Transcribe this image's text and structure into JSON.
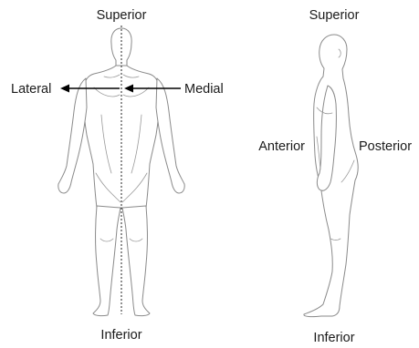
{
  "front_view": {
    "superior_label": "Superior",
    "inferior_label": "Inferior",
    "lateral_label": "Lateral",
    "medial_label": "Medial"
  },
  "side_view": {
    "superior_label": "Superior",
    "inferior_label": "Inferior",
    "anterior_label": "Anterior",
    "posterior_label": "Posterior"
  },
  "colors": {
    "outline": "#8a8a8a",
    "arrow": "#000000",
    "text": "#1a1a1a"
  }
}
